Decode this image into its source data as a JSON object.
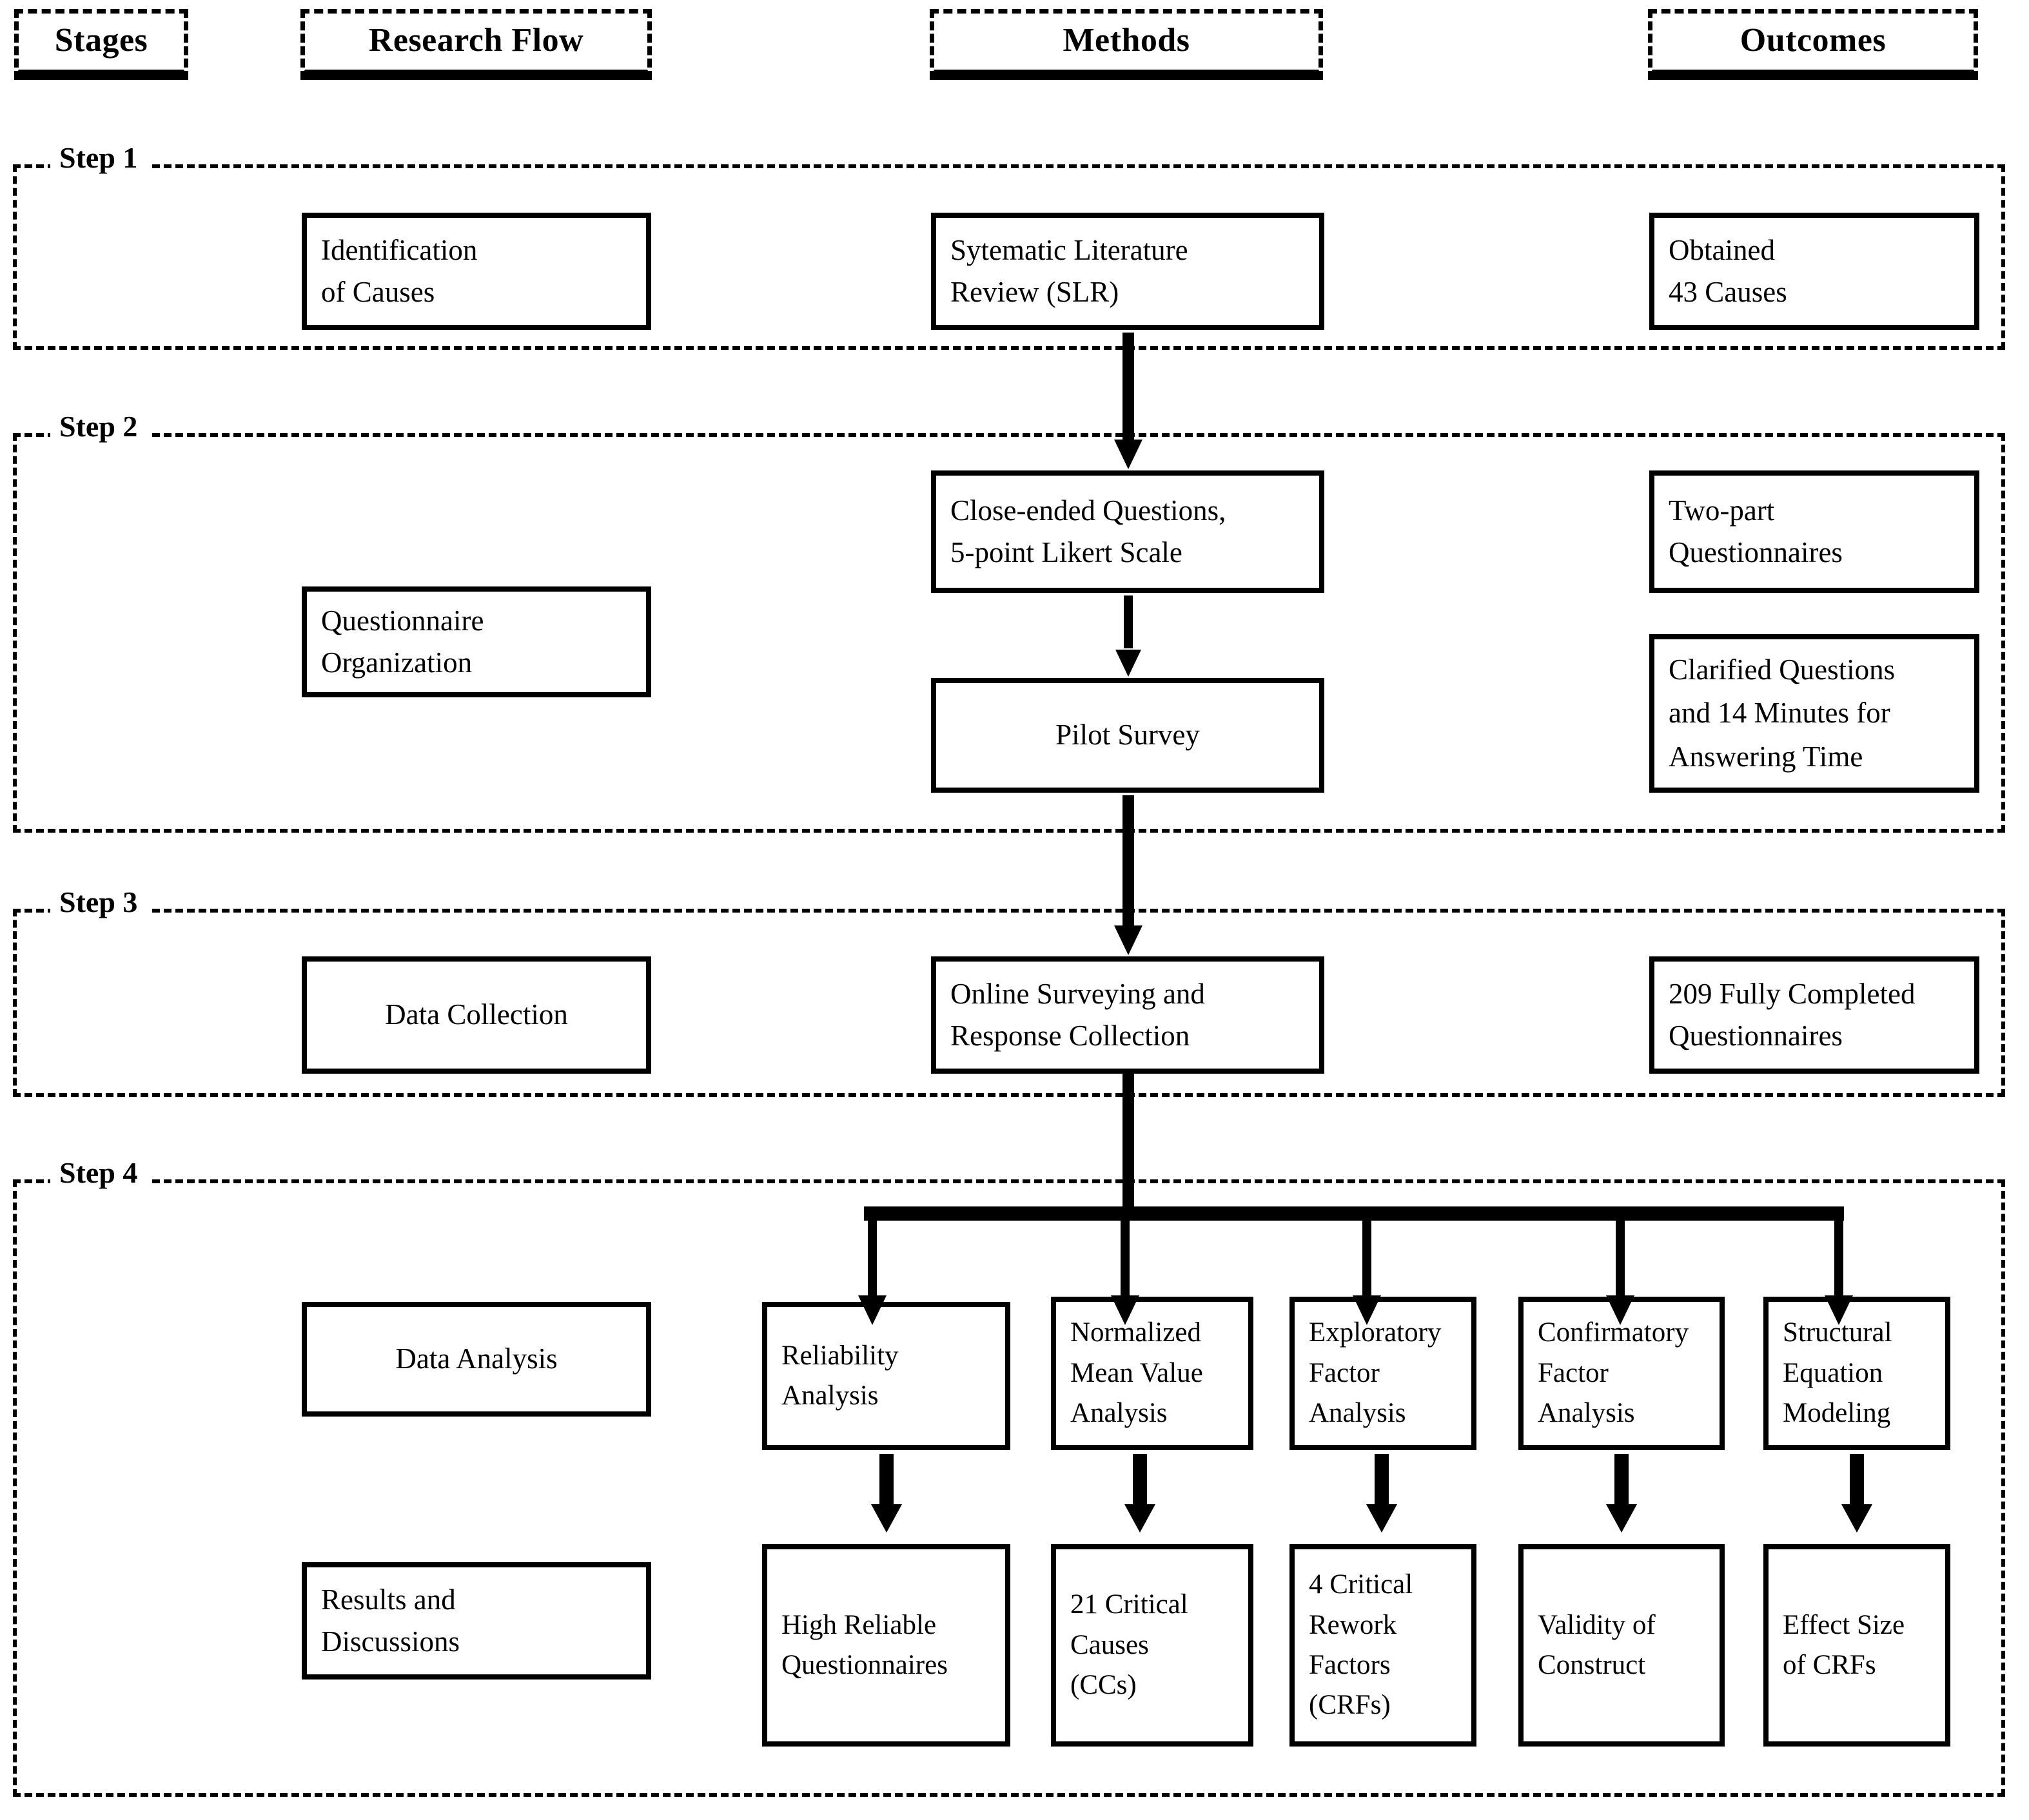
{
  "figure": {
    "type": "research-methodology-flowchart",
    "title": "Research Framework Flowchart"
  },
  "columns": [
    {
      "id": "stages",
      "label": "Stages"
    },
    {
      "id": "research_flow",
      "label": "Research Flow"
    },
    {
      "id": "methods",
      "label": "Methods"
    },
    {
      "id": "outcomes",
      "label": "Outcomes"
    }
  ],
  "steps": [
    {
      "id": "step1",
      "label": "Step 1"
    },
    {
      "id": "step2",
      "label": "Step 2"
    },
    {
      "id": "step3",
      "label": "Step 3"
    },
    {
      "id": "step4",
      "label": "Step 4"
    }
  ],
  "nodes": {
    "identification_of_causes": {
      "l1": "Identification",
      "l2": "of Causes"
    },
    "slr": {
      "l1": "Sytematic Literature",
      "l2": "Review (SLR)"
    },
    "obtained_43_causes": {
      "l1": "Obtained",
      "l2": "43 Causes"
    },
    "questionnaire_organization": {
      "l1": "Questionnaire",
      "l2": "Organization"
    },
    "close_ended_questions": {
      "l1": "Close-ended Questions,",
      "l2": "5-point Likert Scale"
    },
    "pilot_survey": {
      "l1": "Pilot Survey"
    },
    "two_part_questionnaires": {
      "l1": "Two-part",
      "l2": "Questionnaires"
    },
    "clarified_questions": {
      "l1": "Clarified Questions",
      "l2": "and 14 Minutes for",
      "l3": "Answering Time"
    },
    "data_collection": {
      "l1": "Data Collection"
    },
    "online_surveying": {
      "l1": "Online Surveying and",
      "l2": "Response Collection"
    },
    "completed_questionnaires": {
      "l1": "209 Fully Completed",
      "l2": "Questionnaires"
    },
    "data_analysis": {
      "l1": "Data Analysis"
    },
    "results_and_discussions": {
      "l1": "Results and",
      "l2": "Discussions"
    },
    "reliability_analysis": {
      "l1": "Reliability",
      "l2": "Analysis"
    },
    "normalized_mean_value": {
      "l1": "Normalized",
      "l2": "Mean Value",
      "l3": "Analysis"
    },
    "exploratory_factor": {
      "l1": "Exploratory",
      "l2": "Factor",
      "l3": "Analysis"
    },
    "confirmatory_factor": {
      "l1": "Confirmatory",
      "l2": "Factor",
      "l3": "Analysis"
    },
    "structural_equation": {
      "l1": "Structural",
      "l2": "Equation",
      "l3": "Modeling"
    },
    "high_reliable_questionnaires": {
      "l1": "High Reliable",
      "l2": "Questionnaires"
    },
    "critical_causes": {
      "l1": "21 Critical",
      "l2": "Causes",
      "l3": "(CCs)"
    },
    "critical_rework_factors": {
      "l1": "4 Critical",
      "l2": "Rework",
      "l3": "Factors",
      "l4": "(CRFs)"
    },
    "validity_of_construct": {
      "l1": "Validity of",
      "l2": "Construct"
    },
    "effect_size_of_crfs": {
      "l1": "Effect Size",
      "l2": "of CRFs"
    }
  },
  "colors": {
    "stroke": "#000000",
    "background": "#ffffff"
  }
}
